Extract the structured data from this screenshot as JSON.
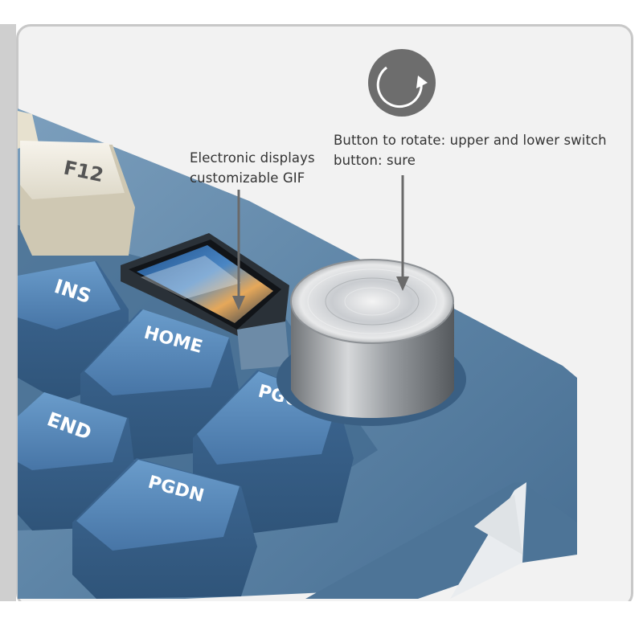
{
  "annotations": {
    "display_caption": "Electronic displays customizable GIF",
    "knob_caption": "Button to rotate: upper and lower switch button: sure"
  },
  "keys": {
    "f12": "F12",
    "ins": "INS",
    "home": "HOME",
    "pgup": "PGUP",
    "end": "END",
    "pgdn": "PGDN"
  },
  "icons": {
    "rotate": "rotate-arrow-icon"
  },
  "colors": {
    "keyboard_case": "#5f86a8",
    "keycap_blue": "#4f7fb0",
    "keycap_cream": "#ece8dc",
    "knob_metal": "#c9ccd0",
    "rotate_icon": "#6d6d6d",
    "caption_text": "#333333"
  }
}
